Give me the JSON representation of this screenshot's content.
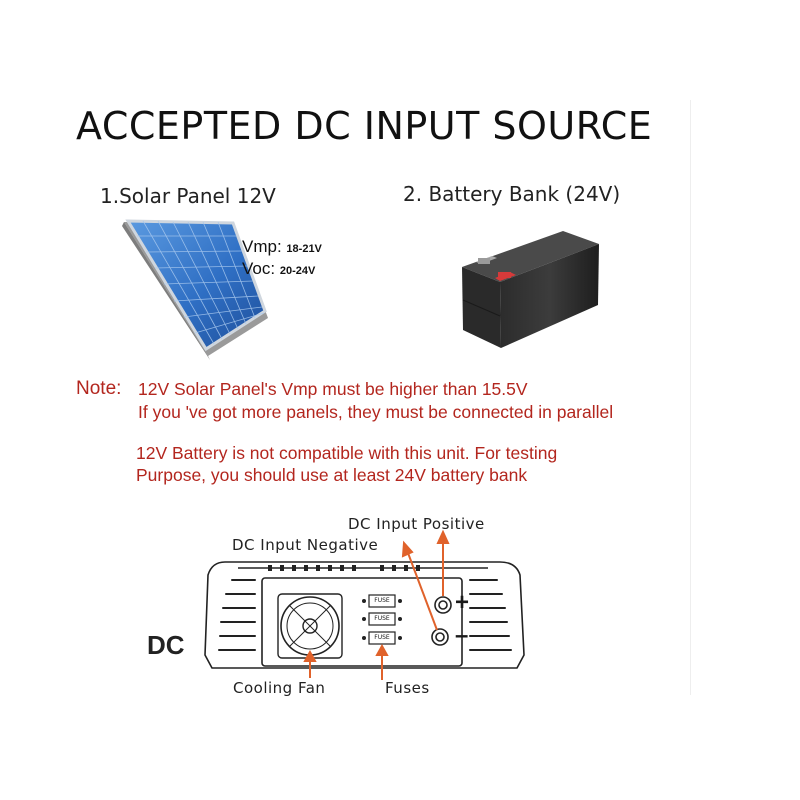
{
  "title": "ACCEPTED DC INPUT SOURCE",
  "sources": [
    {
      "label": "1.Solar Panel 12V"
    },
    {
      "label": "2. Battery Bank (24V)"
    }
  ],
  "solar_specs": {
    "vmp_label": "Vmp:",
    "vmp_value": "18-21V",
    "voc_label": "Voc:",
    "voc_value": "20-24V"
  },
  "notes": {
    "prefix": "Note:",
    "line1": "12V Solar Panel's Vmp must be higher than 15.5V",
    "line2": "If you 've got more panels, they must be connected in parallel",
    "line3": "12V Battery is not compatible with this unit. For testing",
    "line4": "Purpose, you should use at least 24V battery bank"
  },
  "diagram": {
    "dc_label": "DC",
    "positive_label": "DC Input Positive",
    "negative_label": "DC Input Negative",
    "fan_label": "Cooling  Fan",
    "fuses_label": "Fuses",
    "plus_symbol": "+",
    "minus_symbol": "–",
    "fuse_text": "FUSE"
  },
  "colors": {
    "note_red": "#b3261e",
    "arrow_orange": "#e0622b",
    "battery_terminal_red": "#d63a3a",
    "solar_cell_blue": "#2f6fc4"
  }
}
